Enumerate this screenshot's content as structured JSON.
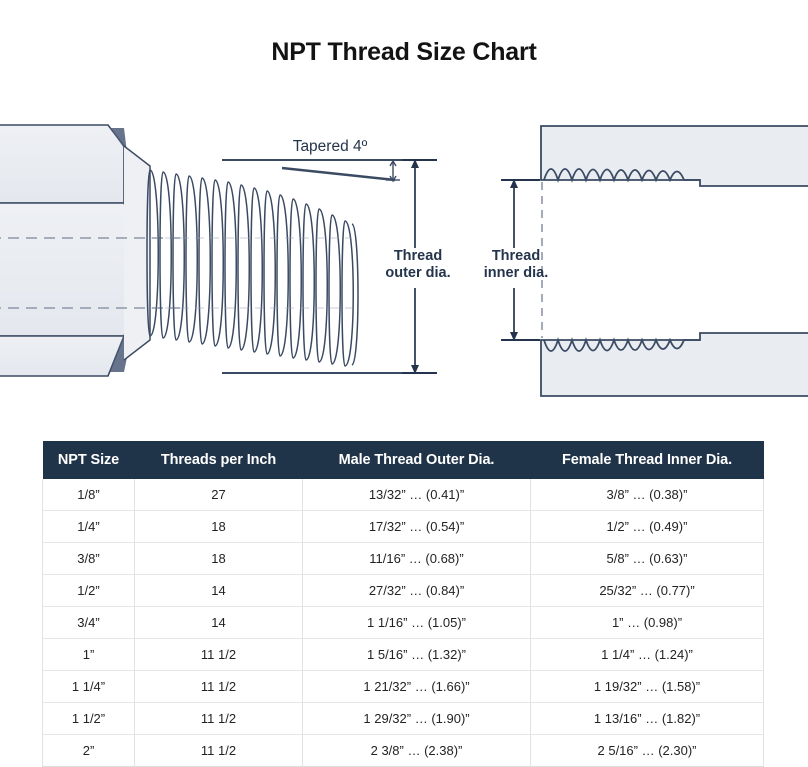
{
  "page": {
    "title": "NPT Thread Size Chart",
    "background_color": "#ffffff",
    "accent_color": "#203449",
    "line_color": "#3b4a63",
    "metal_fill": "#e9ecf1"
  },
  "diagram": {
    "male_fitting": {
      "name": "male-npt-fitting",
      "annotations": {
        "taper_label": "Tapered 4º",
        "dimension_label_line1": "Thread",
        "dimension_label_line2": "outer dia."
      }
    },
    "female_fitting": {
      "name": "female-npt-fitting",
      "annotations": {
        "dimension_label_line1": "Thread",
        "dimension_label_line2": "inner dia."
      }
    }
  },
  "table": {
    "headers": [
      "NPT Size",
      "Threads per Inch",
      "Male Thread Outer Dia.",
      "Female Thread Inner Dia."
    ],
    "rows": [
      [
        "1/8”",
        "27",
        "13/32” … (0.41)”",
        "3/8” … (0.38)”"
      ],
      [
        "1/4”",
        "18",
        "17/32” … (0.54)”",
        "1/2” … (0.49)”"
      ],
      [
        "3/8”",
        "18",
        "11/16” … (0.68)”",
        "5/8” … (0.63)”"
      ],
      [
        "1/2”",
        "14",
        "27/32” … (0.84)”",
        "25/32” … (0.77)”"
      ],
      [
        "3/4”",
        "14",
        "1 1/16” … (1.05)”",
        "1” … (0.98)”"
      ],
      [
        "1”",
        "11 1/2",
        "1 5/16” … (1.32)”",
        "1 1/4” … (1.24)”"
      ],
      [
        "1 1/4”",
        "11 1/2",
        "1 21/32” … (1.66)”",
        "1 19/32” … (1.58)”"
      ],
      [
        "1 1/2”",
        "11 1/2",
        "1 29/32” … (1.90)”",
        "1 13/16” … (1.82)”"
      ],
      [
        "2”",
        "11 1/2",
        "2 3/8” … (2.38)”",
        "2 5/16” … (2.30)”"
      ]
    ]
  }
}
